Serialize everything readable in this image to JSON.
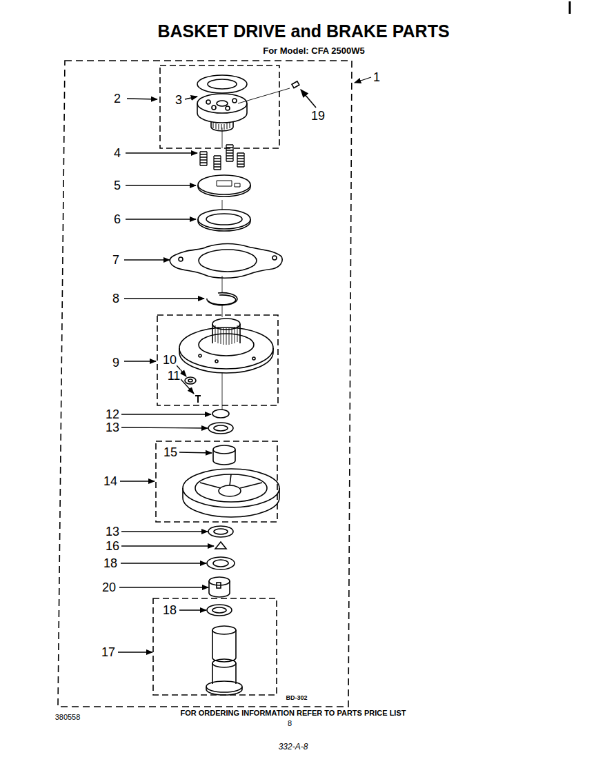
{
  "diagram": {
    "title": "BASKET DRIVE and BRAKE PARTS",
    "caption": "FOR ORDERING INFORMATION REFER TO PARTS PRICE LIST",
    "labels": [
      "For Model: CFA 2500W5",
      "1",
      "2",
      "3",
      "19",
      "4",
      "5",
      "6",
      "7",
      "8",
      "9",
      "10",
      "11",
      "12",
      "13",
      "15",
      "14",
      "13",
      "16",
      "18",
      "20",
      "18",
      "17",
      "BD-302",
      "380558",
      "8",
      "332-A-8"
    ]
  }
}
